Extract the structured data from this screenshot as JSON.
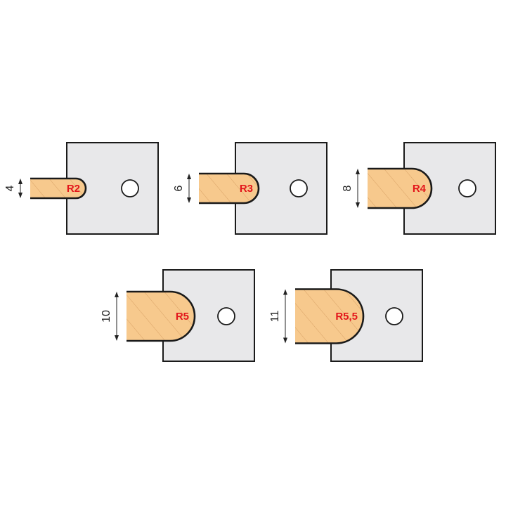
{
  "title": "Profile cutter knives",
  "colors": {
    "wood": "#f7c98d",
    "grain": "#d9a266",
    "plate": "#e8e8ea",
    "outline": "#1a1a1a",
    "label": "#e3161b"
  },
  "profiles": [
    {
      "radius_label": "R2",
      "thickness_label": "4",
      "thickness_mm": 4
    },
    {
      "radius_label": "R3",
      "thickness_label": "6",
      "thickness_mm": 6
    },
    {
      "radius_label": "R4",
      "thickness_label": "8",
      "thickness_mm": 8
    },
    {
      "radius_label": "R5",
      "thickness_label": "10",
      "thickness_mm": 10
    },
    {
      "radius_label": "R5,5",
      "thickness_label": "11",
      "thickness_mm": 11
    }
  ]
}
